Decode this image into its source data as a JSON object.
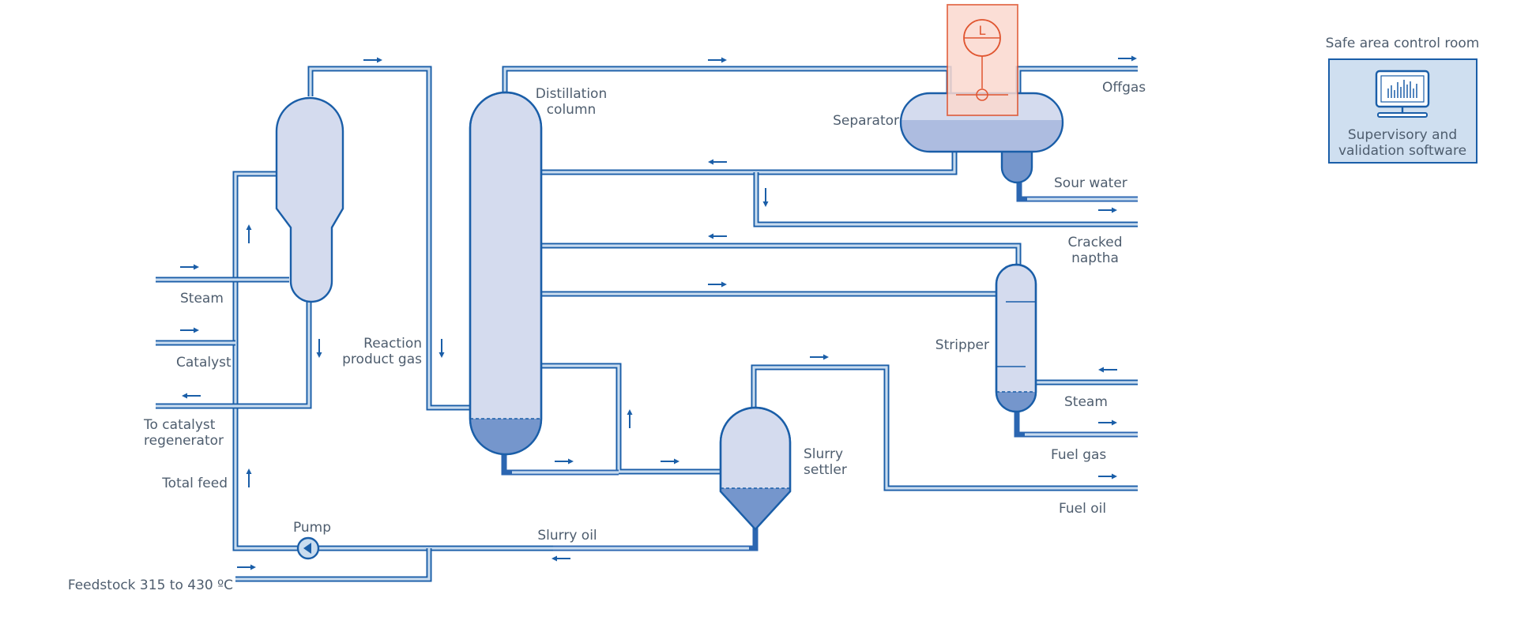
{
  "labels": {
    "distillation_column": [
      "Distillation",
      "column"
    ],
    "separator": "Separator",
    "offgas": "Offgas",
    "sour_water": "Sour water",
    "cracked_naptha": [
      "Cracked",
      "naptha"
    ],
    "stripper": "Stripper",
    "steam_stripper": "Steam",
    "fuel_gas": "Fuel gas",
    "fuel_oil": "Fuel oil",
    "slurry_settler": [
      "Slurry",
      "settler"
    ],
    "slurry_oil": "Slurry oil",
    "pump": "Pump",
    "feedstock": "Feedstock 315 to 430 ºC",
    "total_feed": "Total feed",
    "catalyst_regenerator": [
      "To catalyst",
      "regenerator"
    ],
    "catalyst": "Catalyst",
    "steam_reactor": "Steam",
    "reaction_product_gas": [
      "Reaction",
      "product gas"
    ]
  },
  "control_room": {
    "title": "Safe area control room",
    "software": [
      "Supervisory and",
      "validation software"
    ]
  },
  "instrument": {
    "symbol": "L"
  },
  "colors": {
    "pipe": "#1a5ea8",
    "vessel_fill": "#d4dbee",
    "liquid": "#7596cc",
    "instrument": "#e05530",
    "instrument_fill": "#fbd9cf",
    "panel_fill": "#cfdff0",
    "text": "#4e5d6e"
  }
}
